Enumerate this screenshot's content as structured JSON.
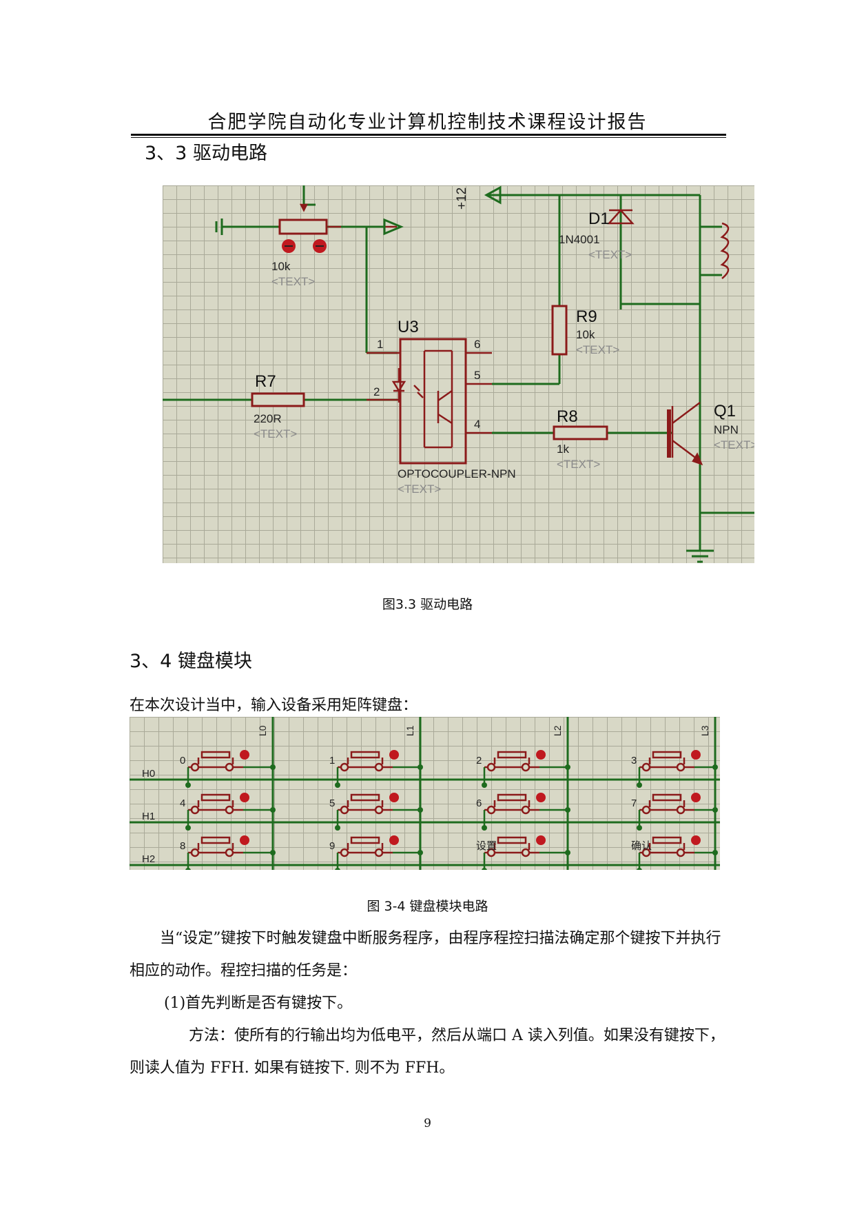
{
  "header": {
    "title": "合肥学院自动化专业计算机控制技术课程设计报告"
  },
  "section_drive": {
    "heading": "3、3 驱动电路"
  },
  "drive_circuit": {
    "supply": "+12",
    "diode_ref": "D1",
    "diode_value": "1N4001",
    "pot_value": "10k",
    "r9_ref": "R9",
    "r9_value": "10k",
    "u3_ref": "U3",
    "u3_type": "OPTOCOUPLER-NPN",
    "r7_ref": "R7",
    "r7_value": "220R",
    "r8_ref": "R8",
    "r8_value": "1k",
    "q1_ref": "Q1",
    "q1_type": "NPN",
    "pins": [
      "1",
      "2",
      "4",
      "5",
      "6"
    ],
    "placeholder": "<TEXT>"
  },
  "caption_drive": "图3.3   驱动电路",
  "section_keyboard": {
    "heading": "3、4 键盘模块"
  },
  "intro": "在本次设计当中，输入设备采用矩阵键盘：",
  "keyboard": {
    "col_labels": [
      "L0",
      "L1",
      "L2",
      "L3"
    ],
    "row_labels": [
      "H0",
      "H1",
      "H2"
    ],
    "keys": [
      "0",
      "1",
      "2",
      "3",
      "4",
      "5",
      "6",
      "7",
      "8",
      "9",
      "设置",
      "确认"
    ]
  },
  "caption_keyboard": "图 3-4 键盘模块电路",
  "paragraphs": [
    "当“设定”键按下时触发键盘中断服务程序，由程序程控扫描法确定那个键按下并执行相应的动作。程控扫描的任务是：",
    "(1)首先判断是否有键按下。",
    "方法：使所有的行输出均为低电平，然后从端口 A 读入列值。如果没有键按下，则读人值为 FFH. 如果有链按下. 则不为 FFH。"
  ],
  "page_number": "9"
}
